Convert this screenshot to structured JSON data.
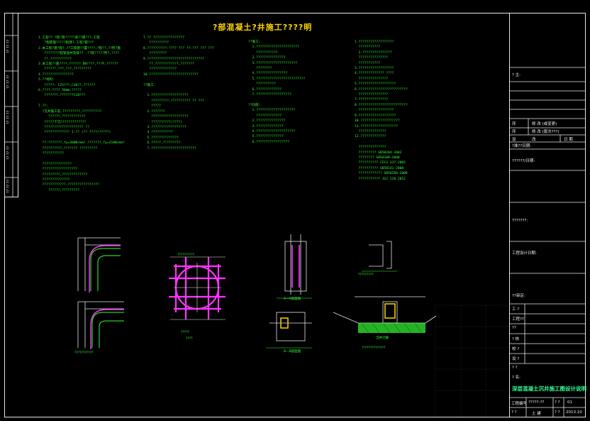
{
  "drawing": {
    "title": "?部混凝土?井施工????明",
    "project_name": "深层混凝土沉井施工图设计说明"
  },
  "notes": {
    "col1": "1.工程?? ?程?目?????某??建???,工程\n   ?程管理?????程建?,工程?管???\n2.本工程?建?程?,??工程建??置????,?程??,??所?施\n   ????????程管道井及接?? ,??程?????所?,????\n   ??,???????????\n3.本工程??底????,?????? DN????,???P,??????\n   ??????,???,???,?????????\n4.????????????????\n5.??材料:\n   ?????: C25???,C30??,??????\n6.????:???? 50mm,?????\n   ???????,???????C20???\n\n7.??:\n  ?沉井施工前,?????????,??????????\n     ??????,????????????\n   ?????下沉?????????????\n   ???????????????????? ??\n   ????????????? 1:?? (?? ????/?????)\n\n  ??:???????,fy=300N/mm? ???????,fy=210N/mm?\n  ??????????,??????? ?????????\n  ???????????\n\n  ???????????????\n  ??????????????????\n  ?????????,?????????????\n  ??????????????\n  ????????????,????????????????\n     ??????,?????????\n",
    "col2": "7.?? ????????????????\n   ??????????\n8.??????????:???? ??? ??:??? ??? ???\n   ?????????\n9.?????????????????????????????\n   ??,????????????,???????\n   ??????????????\n10.?????????????????????????\n\n??施工:\n\n  1.???????????????????\n    ?????????,?????????? ?? ???\n    ?????\n  2.???????\n    ???????????????????\n    ??????????(????)\n  3.??????????????????\n  4.???????????\n  5.??????????????\n  6.?????,?????????\n  7.???????????????????????\n",
    "col3": "??施工:\n  1.??????????????????????\n    ???????????\n  2.???????????????\n  3.?????????????????????\n    ????????\n  4.????????????????\n  5.?????????????????????????\n    ??????????\n  6.?????????????\n  7.??????????????????\n\n??封底:\n  1.????????????????????\n    ?????????????\n  2.???????????????\n  3.??????????????\n  4.????????????????????\n  5.??????????????\n  6.?????????????????\n",
    "col4": "1.??????????????????\n  ???????????\n  2.???????????????\n  ???????????????\n  ???????????\n3.??????????????????\n4.????????????? ????\n  ???????????????\n5.???????????????????\n6.?????????????????????????\n  ???????????????\n7.???????????????\n8.?????????????????????????\n  ??????????????????\n9.???????????????????\n10.????????????????????\n11.???????????????????\n  ??????????????\n12.?????????????\n\n  ??????????????\n  ????????? GB50204-2002\n  ???????? GB50108-2008\n  ?????????? CECS 137:2002\n  ?????????? GB50141-2008\n  ???????????? GB50268-2008\n  ??????????? JGJ 120-2012\n"
  },
  "captions": {
    "d1": "???????????",
    "d2": "??????????",
    "d3": "?????",
    "d4": "A—A剖面图",
    "d5": "B—B剖面图",
    "d6": "?????????",
    "d7": "沉井刃脚",
    "d8": "??????????????",
    "d9": "????"
  },
  "titleblock": {
    "r1": "? 主:",
    "r2a": "序",
    "r2b": "修 改 (或变更)",
    "r3a": "序",
    "r3b": "修 改 (版次???)",
    "r4a": "设",
    "r4b": "改",
    "r4c": "日 期",
    "r5": "?准??日期:",
    "r6": "??????/日期:",
    "r7": "???????:",
    "r8": "工程设计日期:",
    "r9": "??审定:",
    "s1": "工 ?",
    "s2": "工程??",
    "s3": "??",
    "s4": "? 核",
    "s5": "校 ?",
    "s6": "设 ?",
    "s7": "? ?",
    "s8": "? 名:",
    "b1": "工程编号",
    "b2": "?????-??",
    "b3": "? ?",
    "b4": "01",
    "b5": "? ?",
    "b6": "土 建",
    "b7": "? ?",
    "b8": "2013.10"
  },
  "leftstrip": [
    "?? ?? ??",
    "?? ?? ??",
    "?? ?? ??",
    "?? ?? ??",
    "?? ?? ??"
  ],
  "colors": {
    "bg": "#000000",
    "text": "#33ff33",
    "title": "#ffd400",
    "frame": "#e6e6e6",
    "rebar": "#ff33ff"
  }
}
